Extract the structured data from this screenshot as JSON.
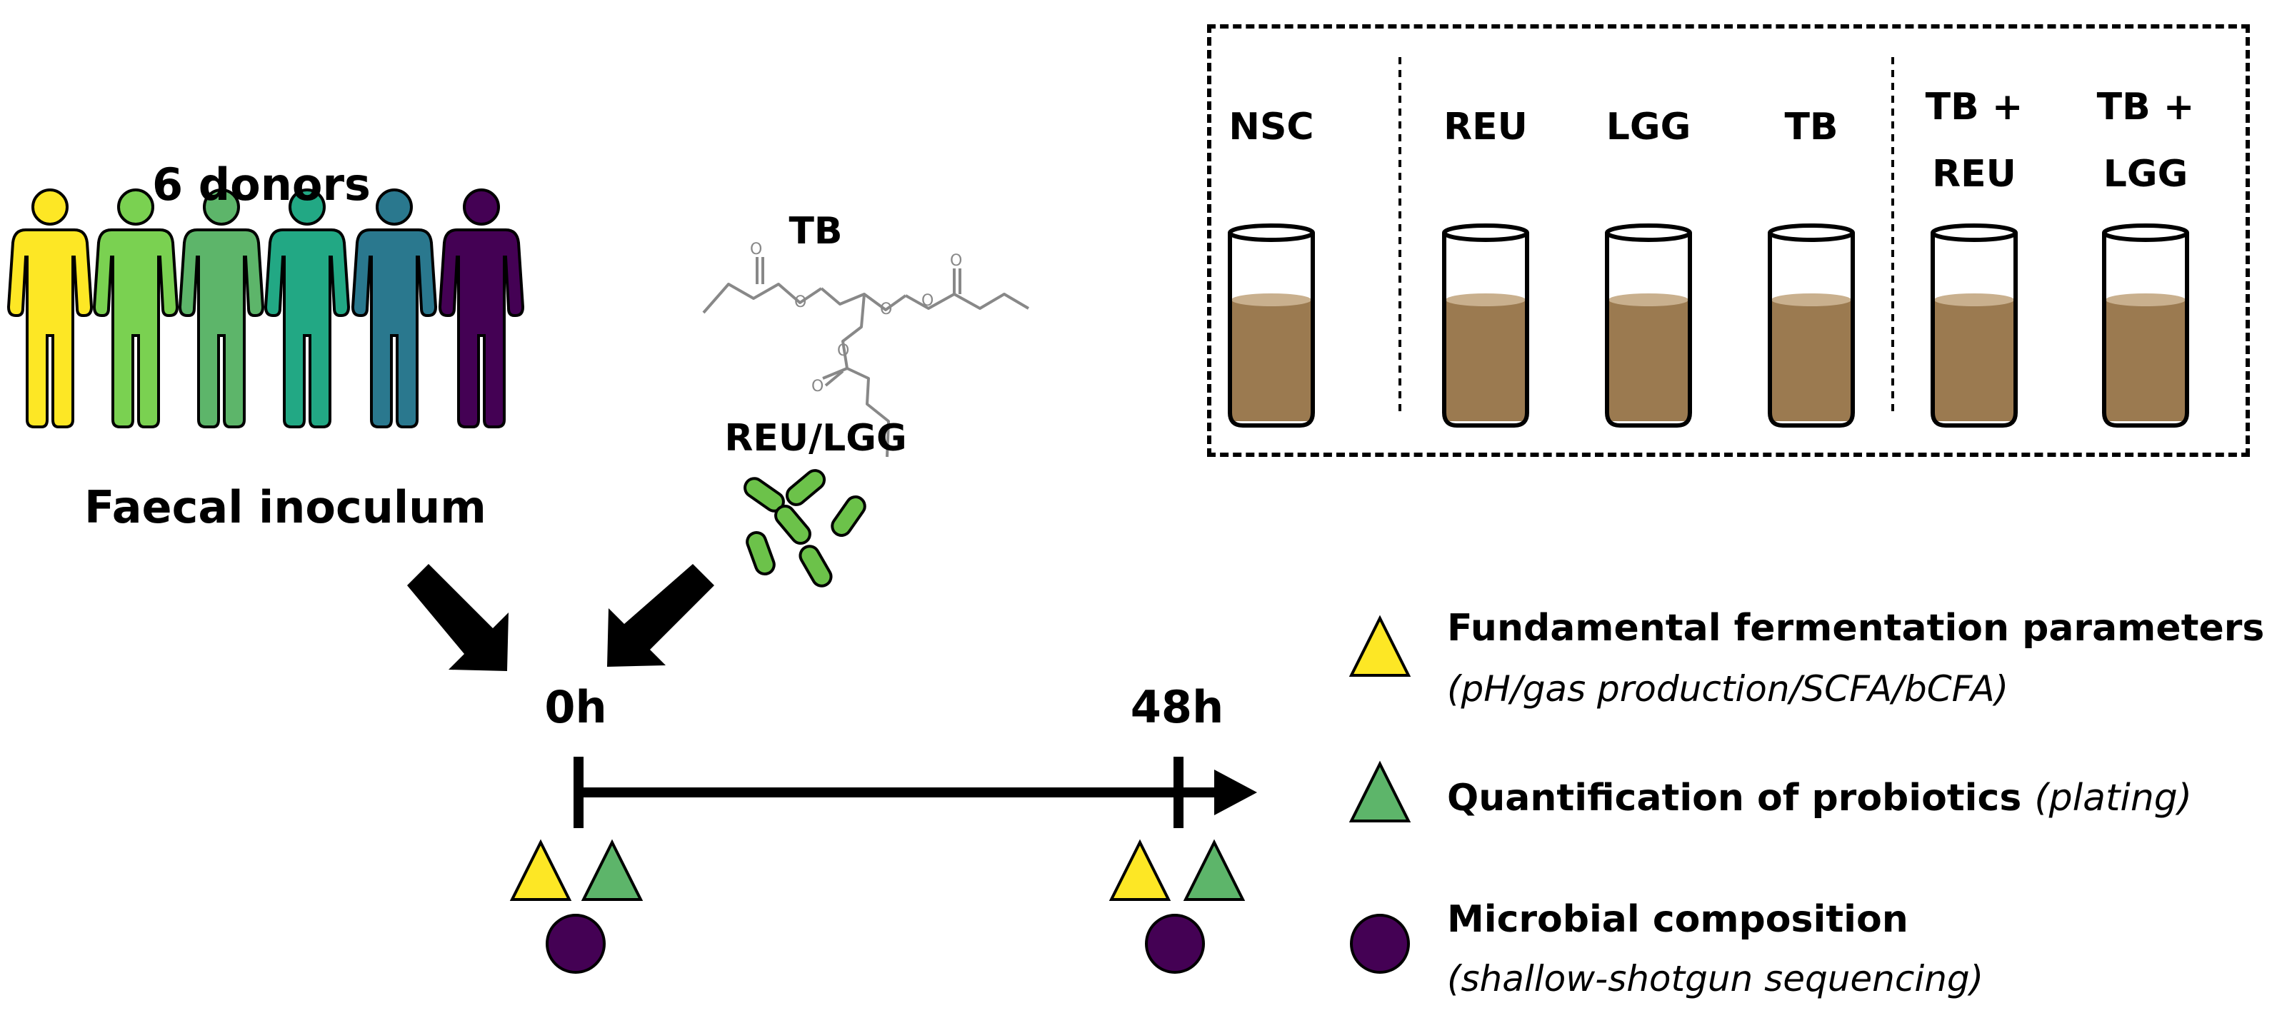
{
  "donors": {
    "title": "6 donors",
    "colors": [
      "#FDE725",
      "#7AD151",
      "#5DB56A",
      "#22A884",
      "#2A788E",
      "#440154"
    ],
    "caption": "Faecal inoculum"
  },
  "additives": {
    "tb_label": "TB",
    "probiotic_label": "REU/LGG",
    "bacteria_color": "#6CC24A"
  },
  "conditions": {
    "groups": [
      {
        "tubes": [
          {
            "label": "NSC"
          }
        ]
      },
      {
        "tubes": [
          {
            "label": "REU"
          },
          {
            "label": "LGG"
          },
          {
            "label": "TB"
          }
        ]
      },
      {
        "tubes": [
          {
            "label_line1": "TB +",
            "label_line2": "REU"
          },
          {
            "label_line1": "TB +",
            "label_line2": "LGG"
          }
        ]
      }
    ],
    "liquid_color": "#9B7A50",
    "liquid_top_color": "#C9B08E"
  },
  "timeline": {
    "start_label": "0h",
    "end_label": "48h"
  },
  "legend": {
    "items": [
      {
        "shape": "triangle",
        "color": "#FDE725",
        "title": "Fundamental fermentation parameters",
        "subtitle": "(pH/gas production/SCFA/bCFA)"
      },
      {
        "shape": "triangle",
        "color": "#5DB56A",
        "title": "Quantification of probiotics",
        "subtitle_inline": "(plating)"
      },
      {
        "shape": "circle",
        "color": "#440154",
        "title": "Microbial composition",
        "subtitle": "(shallow-shotgun sequencing)"
      }
    ]
  }
}
